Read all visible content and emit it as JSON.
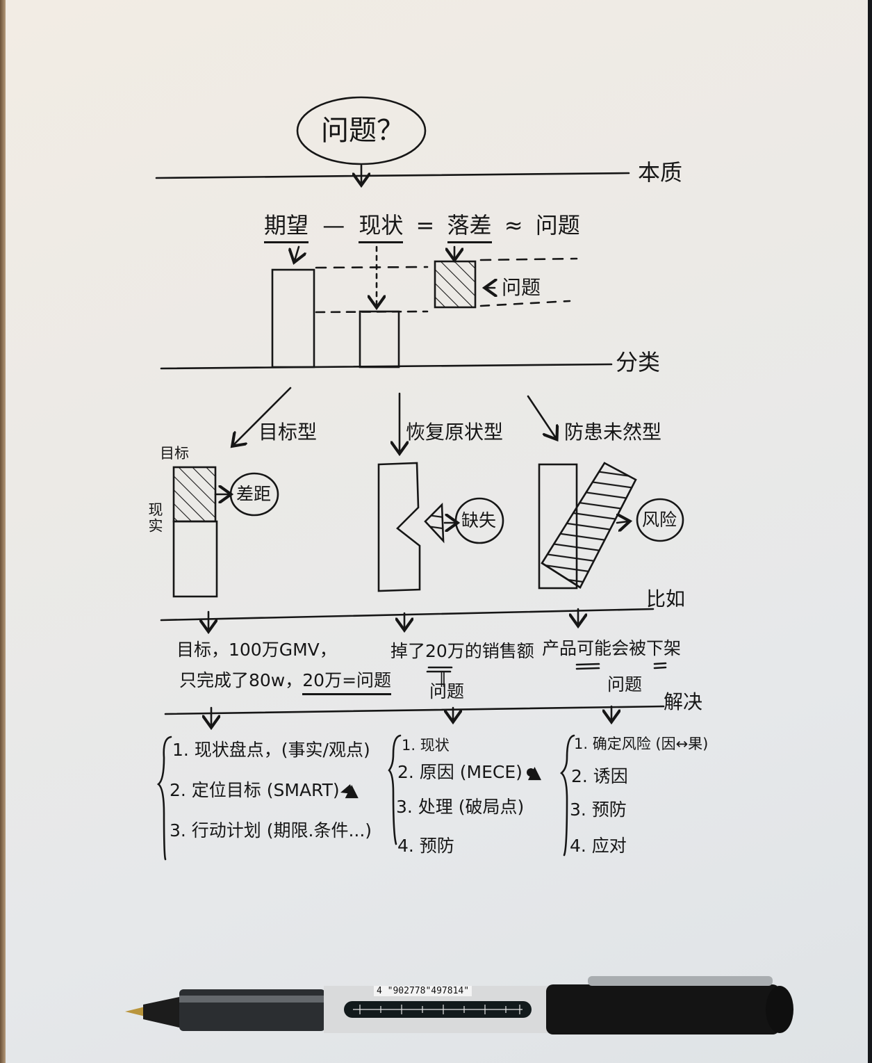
{
  "photo": {
    "subject": "hand-drawn problem analysis diagram on paper",
    "colors": {
      "ink": "#161616",
      "paper": "#eceae6",
      "pen_body": "#1a1a1a",
      "pen_silver": "#d9d9d9"
    }
  },
  "title": {
    "text": "问题？"
  },
  "sections": {
    "essence": {
      "label": "本质"
    },
    "classification": {
      "label": "分类"
    },
    "examples": {
      "label": "比如"
    },
    "solution": {
      "label": "解决"
    }
  },
  "formula": {
    "expectation": "期望",
    "minus": "—",
    "status": "现状",
    "equals": "=",
    "gap": "落差",
    "approx": "≈",
    "problem": "问题",
    "gap_pointer_label": "问题"
  },
  "types": [
    {
      "name": "目标型",
      "diagram": {
        "top_label": "目标",
        "side_label": "现实",
        "result": "差距"
      },
      "example": {
        "line1": "目标，100万GMV，",
        "line2_prefix": "只完成了80w，",
        "line2_underlined": "20万=问题"
      },
      "steps": [
        "1. 现状盘点，(事实/观点)",
        "2. 定位目标 (SMART) ▲",
        "3. 行动计划 (期限.条件...)"
      ]
    },
    {
      "name": "恢复原状型",
      "diagram": {
        "result": "缺失"
      },
      "example": {
        "line1": "掉了20万的销售额",
        "equals_mark": "‖",
        "line2": "问题"
      },
      "steps": [
        "1. 现状",
        "2. 原因 (MECE) ▲",
        "3. 处理 (破局点)",
        "4. 预防"
      ]
    },
    {
      "name": "防患未然型",
      "diagram": {
        "result": "风险"
      },
      "example": {
        "line1": "产品可能会被下架",
        "line2": "问题"
      },
      "steps": [
        "1. 确定风险 (因↔果)",
        "2. 诱因",
        "3. 预防",
        "4. 应对"
      ]
    }
  ],
  "pen": {
    "barcode": "4 \"902778\"497814\""
  }
}
